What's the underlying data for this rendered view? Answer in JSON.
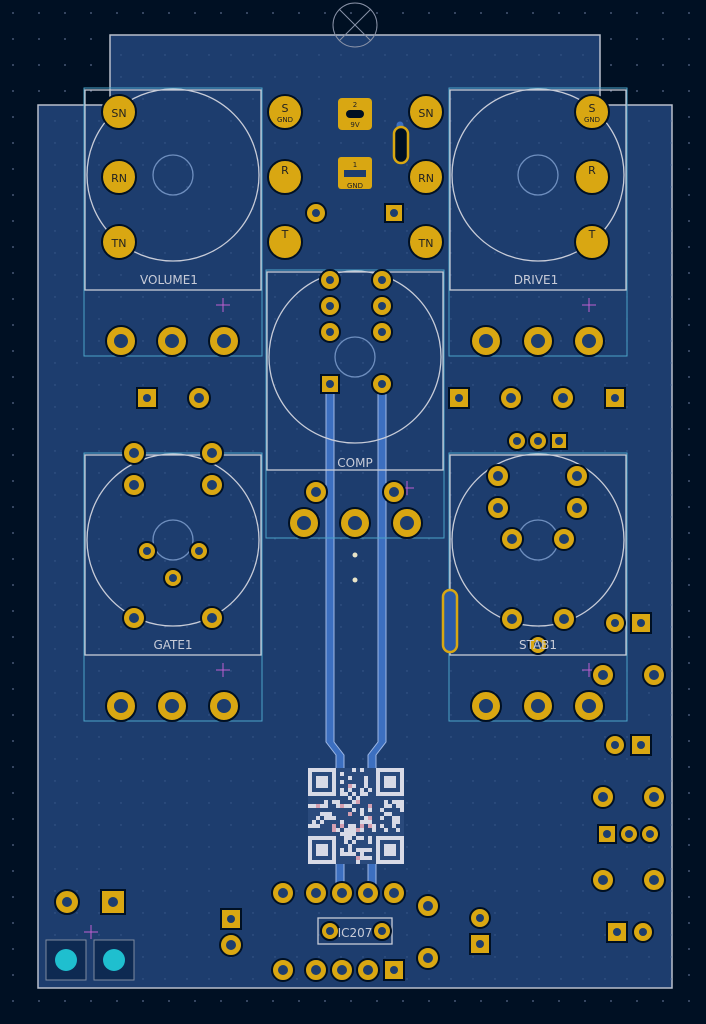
{
  "footprint_labels": {
    "volume": "VOLUME1",
    "drive": "DRIVE1",
    "comp": "COMP",
    "gate": "GATE1",
    "stab": "STAB1",
    "ic": "IC207"
  },
  "pot_pad_labels": {
    "sn": "SN",
    "rn": "RN",
    "tn": "TN",
    "s": "S",
    "r": "R",
    "t": "T",
    "gnd_small": "GND"
  },
  "power_pads": {
    "pin2": "2",
    "pin2_label": "9V",
    "pin1": "1",
    "pin1_label": "GND"
  },
  "colors": {
    "background": "#001023",
    "copper_fill": "#1d3d6e",
    "pad": "#d9a712",
    "track": "#3c6fc0",
    "silkscreen": "#c8ccd8",
    "courtyard": "#4aa3c8",
    "via_teal": "#1fbfcf"
  }
}
